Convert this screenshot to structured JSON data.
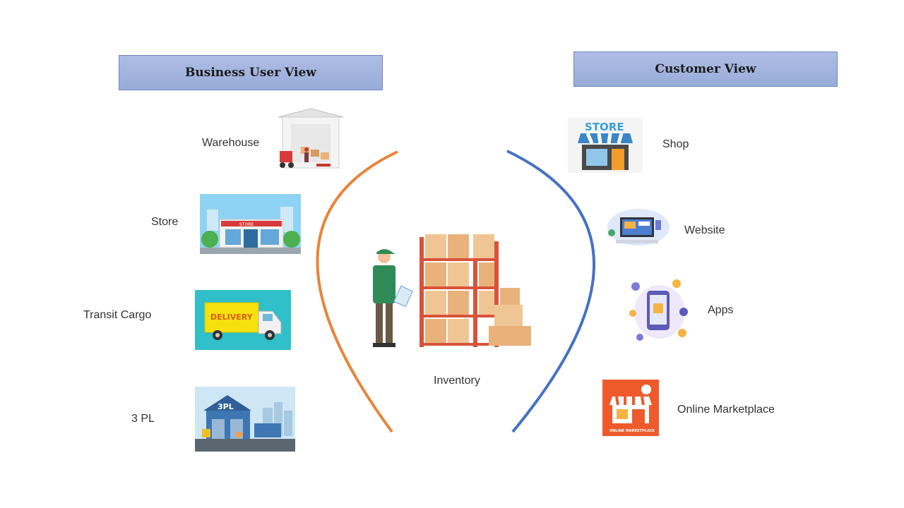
{
  "business": {
    "header": "Business User View",
    "items": [
      {
        "label": "Warehouse",
        "icon": "warehouse-illustration-icon"
      },
      {
        "label": "Store",
        "icon": "store-building-illustration-icon",
        "sign": "STORE"
      },
      {
        "label": "Transit Cargo",
        "icon": "delivery-truck-illustration-icon",
        "sign": "DELIVERY"
      },
      {
        "label": "3 PL",
        "icon": "3pl-warehouse-illustration-icon",
        "sign": "3PL"
      }
    ]
  },
  "customer": {
    "header": "Customer View",
    "items": [
      {
        "label": "Shop",
        "icon": "shop-storefront-icon",
        "sign": "STORE"
      },
      {
        "label": "Website",
        "icon": "website-desktop-icon"
      },
      {
        "label": "Apps",
        "icon": "mobile-apps-icon"
      },
      {
        "label": "Online Marketplace",
        "icon": "online-marketplace-icon",
        "sign": "ONLINE MARKETPLACE"
      }
    ]
  },
  "center": {
    "label": "Inventory",
    "icon": "inventory-worker-shelves-icon"
  },
  "colors": {
    "left_arc": "#e8843a",
    "right_arc": "#4472c4",
    "header_fill": "#a4b5df"
  }
}
